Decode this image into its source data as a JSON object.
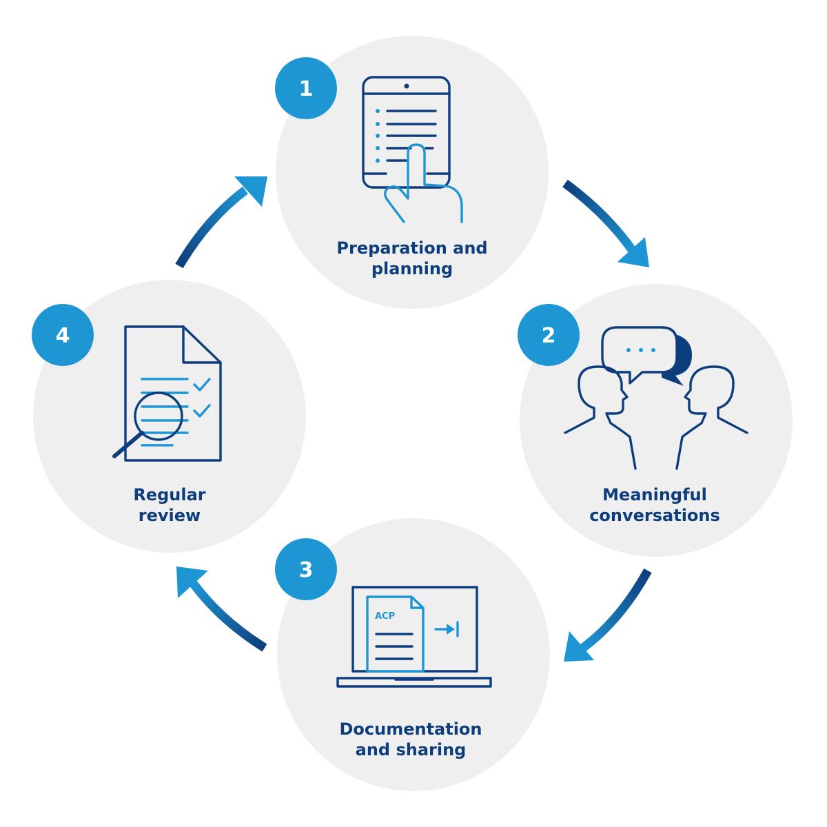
{
  "steps": [
    {
      "number": "1",
      "label_line1": "Preparation and",
      "label_line2": "planning",
      "icon": "tablet-touch-icon"
    },
    {
      "number": "2",
      "label_line1": "Meaningful",
      "label_line2": "conversations",
      "icon": "people-conversation-icon"
    },
    {
      "number": "3",
      "label_line1": "Documentation",
      "label_line2": "and sharing",
      "icon": "laptop-document-icon"
    },
    {
      "number": "4",
      "label_line1": "Regular",
      "label_line2": "review",
      "icon": "document-review-icon"
    }
  ],
  "document_tag": "ACP",
  "colors": {
    "navy": "#0e3d7c",
    "light_blue": "#1e96d3",
    "circle_bg": "#efeff0"
  }
}
